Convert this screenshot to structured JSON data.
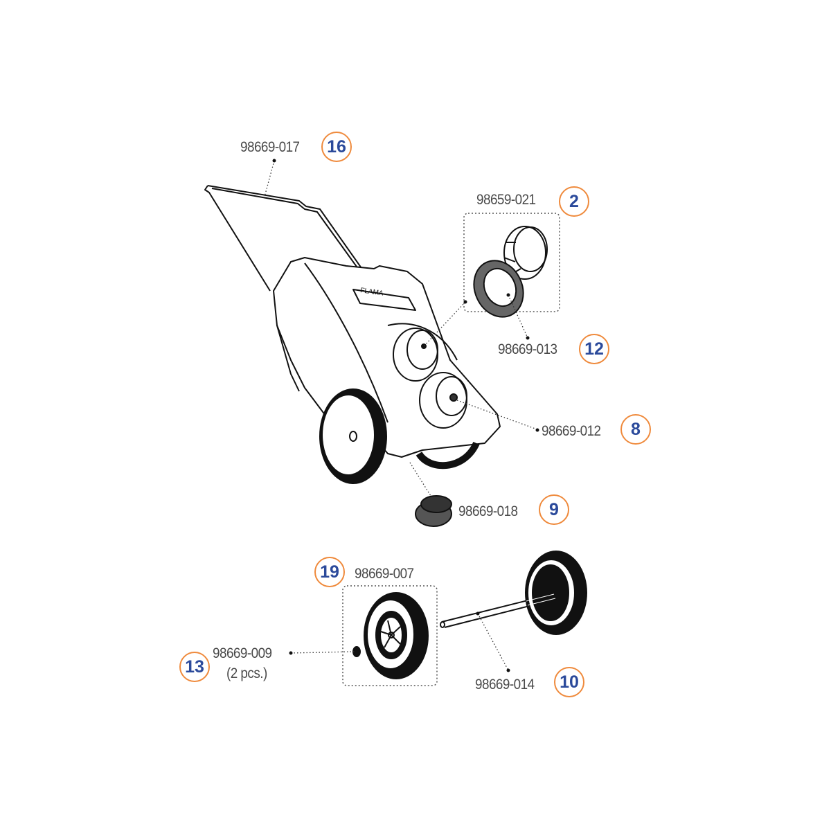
{
  "callouts": [
    {
      "part_number": "98669-017",
      "item": "16"
    },
    {
      "part_number": "98659-021",
      "item": "2"
    },
    {
      "part_number": "98669-013",
      "item": "12"
    },
    {
      "part_number": "98669-012",
      "item": "8"
    },
    {
      "part_number": "98669-018",
      "item": "9"
    },
    {
      "part_number": "98669-007",
      "item": "19"
    },
    {
      "part_number": "98669-009",
      "item": "13",
      "note": "(2 pcs.)"
    },
    {
      "part_number": "98669-014",
      "item": "10"
    }
  ],
  "brand_mark": "FLAMA",
  "colors": {
    "badge_ring": "#ef8a3c",
    "badge_number": "#2b4a9b",
    "label_text": "#4a4a4a"
  }
}
